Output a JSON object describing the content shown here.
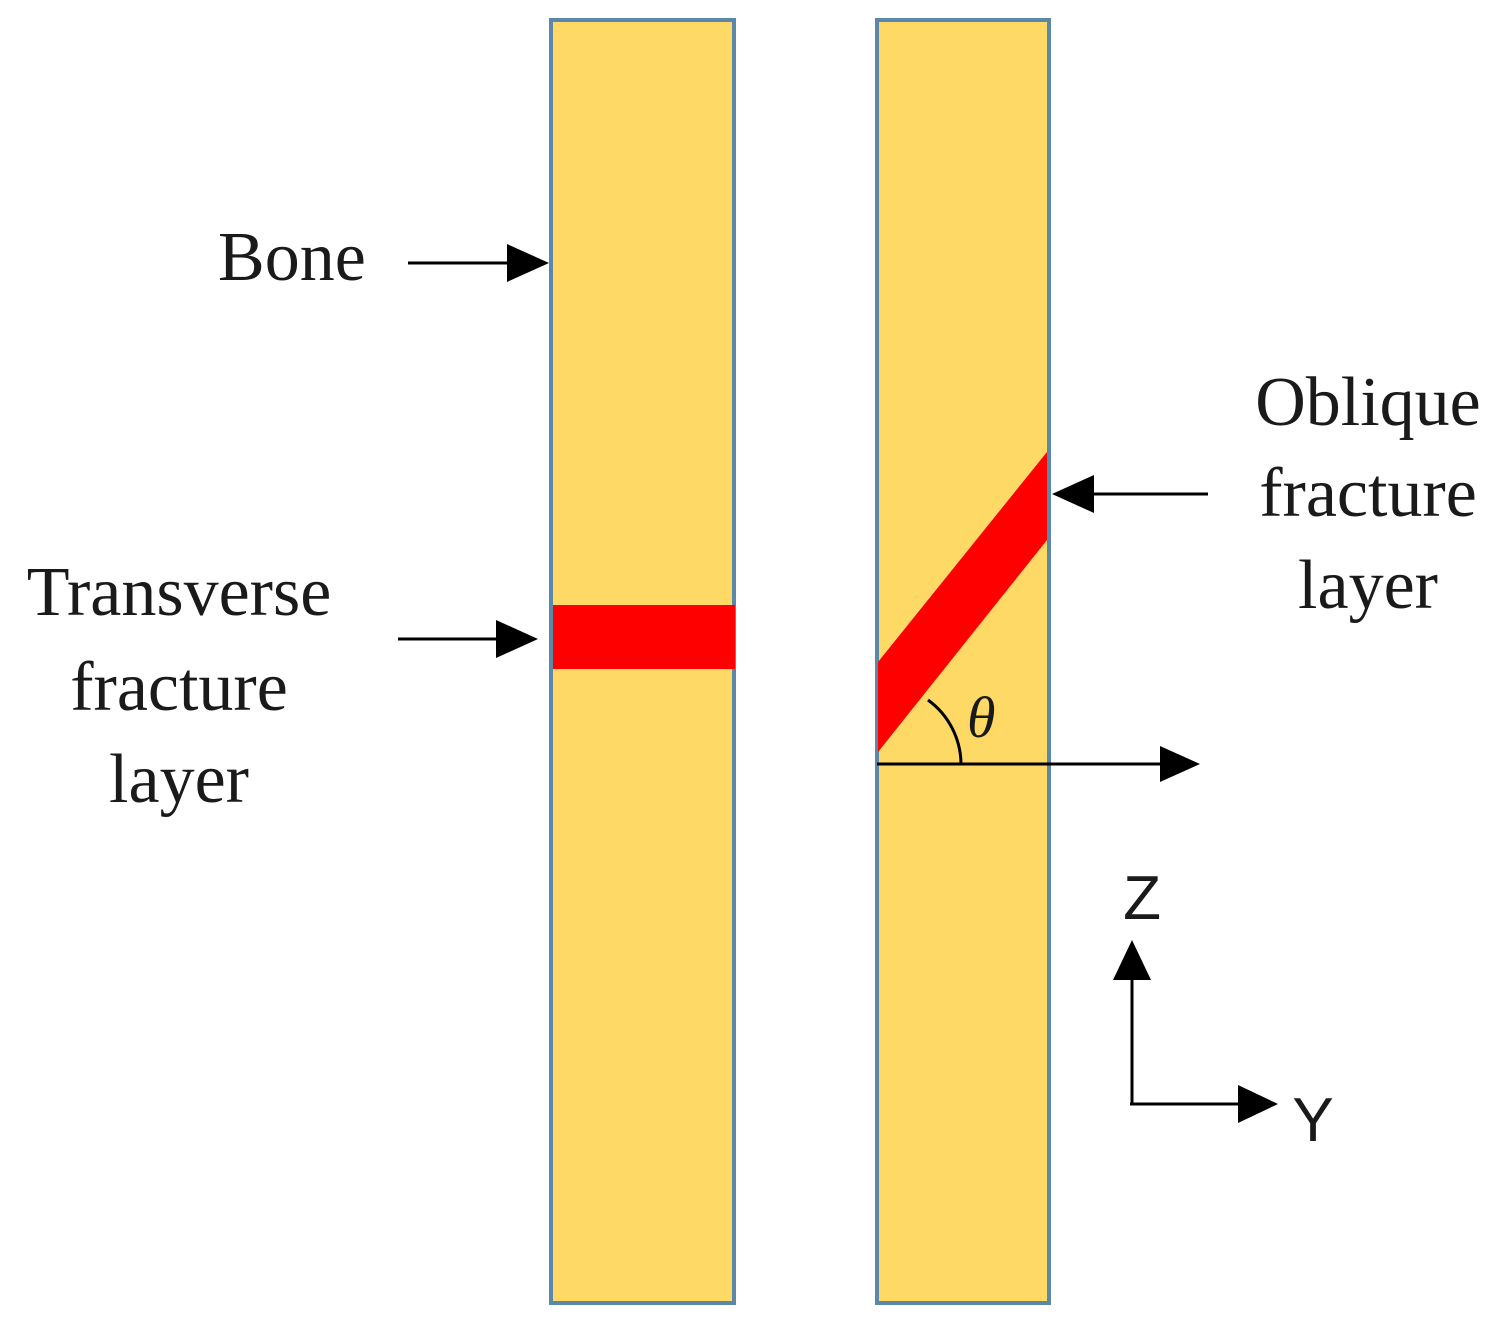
{
  "labels": {
    "bone": "Bone",
    "transverse": [
      "Transverse",
      "fracture",
      "layer"
    ],
    "oblique": [
      "Oblique",
      "fracture",
      "layer"
    ],
    "theta": "θ",
    "axis_z": "Z",
    "axis_y": "Y"
  },
  "colors": {
    "bone_fill": "#FFD966",
    "bone_stroke": "#5B87A8",
    "fracture": "#FF0000",
    "ink": "#000000"
  }
}
